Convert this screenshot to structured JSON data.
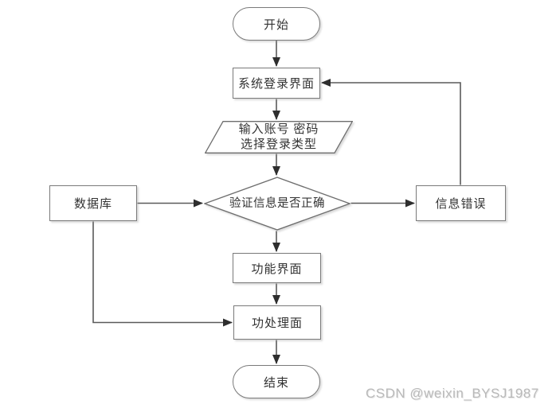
{
  "page": {
    "background": "#ffffff"
  },
  "watermark": {
    "text": "CSDN @weixin_BYSJ1987",
    "color": "#b9b9b9"
  },
  "flowchart": {
    "nodes": {
      "start": {
        "label": "开始",
        "shape": "terminator"
      },
      "login": {
        "label": "系统登录界面",
        "shape": "process"
      },
      "input": {
        "label_line1": "输入账号 密码",
        "label_line2": "选择登录类型",
        "shape": "data"
      },
      "verify": {
        "label": "验证信息是否正确",
        "shape": "decision"
      },
      "database": {
        "label": "数据库",
        "shape": "process"
      },
      "error": {
        "label": "信息错误",
        "shape": "process"
      },
      "function_ui": {
        "label": "功能界面",
        "shape": "process"
      },
      "processing": {
        "label": "功处理面",
        "shape": "process"
      },
      "end": {
        "label": "结束",
        "shape": "terminator"
      }
    },
    "edges": [
      {
        "from": "start",
        "to": "login"
      },
      {
        "from": "login",
        "to": "input"
      },
      {
        "from": "input",
        "to": "verify"
      },
      {
        "from": "database",
        "to": "verify"
      },
      {
        "from": "verify",
        "to": "error"
      },
      {
        "from": "error",
        "to": "login"
      },
      {
        "from": "verify",
        "to": "function_ui"
      },
      {
        "from": "function_ui",
        "to": "processing"
      },
      {
        "from": "database",
        "to": "processing"
      },
      {
        "from": "processing",
        "to": "end"
      }
    ],
    "colors": {
      "connector": "#5a5a5a",
      "arrowhead": "#2e2e2e",
      "shape_border": "#7a7a7a",
      "shape_fill": "#ffffff",
      "text": "#333333"
    }
  }
}
